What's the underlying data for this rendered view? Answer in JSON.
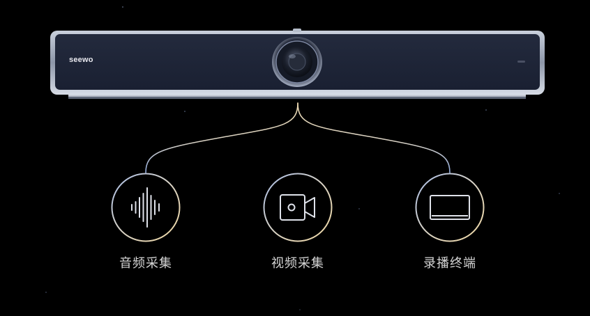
{
  "device": {
    "brand": "seewo"
  },
  "features": [
    {
      "label": "音频采集",
      "icon": "audio-waveform-icon"
    },
    {
      "label": "视频采集",
      "icon": "video-camera-icon"
    },
    {
      "label": "录播终端",
      "icon": "display-screen-icon"
    }
  ],
  "colors": {
    "background": "#000000",
    "line_blue": "#9fb6e0",
    "line_gold": "#e8d3a8",
    "label": "#d4d4d4"
  }
}
